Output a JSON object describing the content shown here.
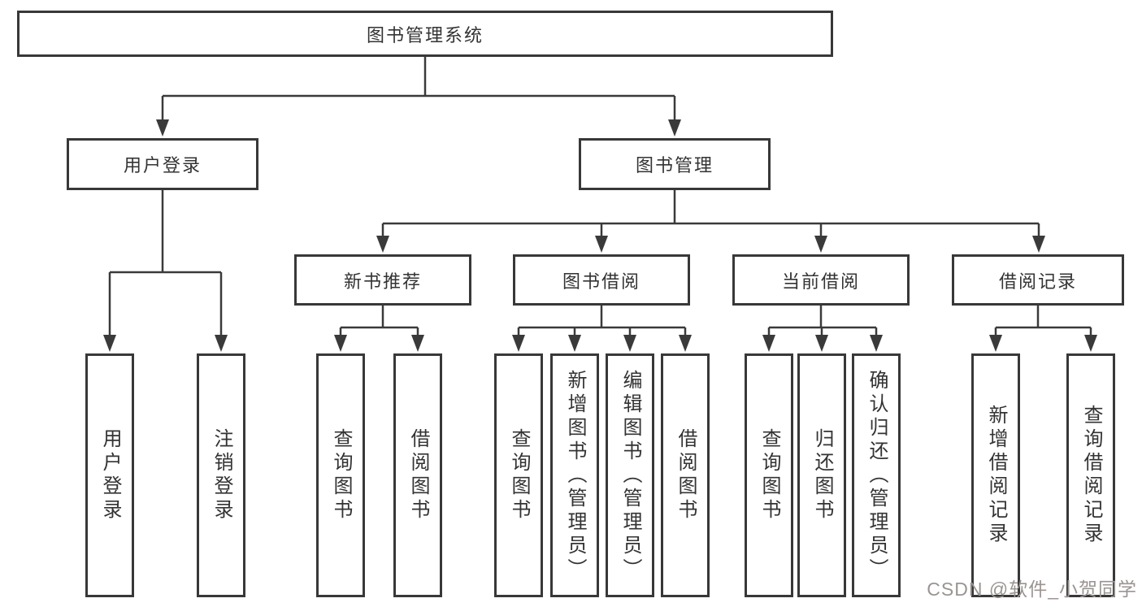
{
  "tree": {
    "root": {
      "label": "图书管理系统",
      "children": [
        {
          "label": "用户登录",
          "children": [
            {
              "label": "用户登录"
            },
            {
              "label": "注销登录"
            }
          ]
        },
        {
          "label": "图书管理",
          "children": [
            {
              "label": "新书推荐",
              "children": [
                {
                  "label": "查询图书"
                },
                {
                  "label": "借阅图书"
                }
              ]
            },
            {
              "label": "图书借阅",
              "children": [
                {
                  "label": "查询图书"
                },
                {
                  "label": "新增图书（管理员）"
                },
                {
                  "label": "编辑图书（管理员）"
                },
                {
                  "label": "借阅图书"
                }
              ]
            },
            {
              "label": "当前借阅",
              "children": [
                {
                  "label": "查询图书"
                },
                {
                  "label": "归还图书"
                },
                {
                  "label": "确认归还（管理员）"
                }
              ]
            },
            {
              "label": "借阅记录",
              "children": [
                {
                  "label": "新增借阅记录"
                },
                {
                  "label": "查询借阅记录"
                }
              ]
            }
          ]
        }
      ]
    }
  },
  "watermark": {
    "text": "CSDN @软件_小贺同学",
    "color": "#9a9492"
  },
  "colors": {
    "line": "#3a3a3a",
    "box_border": "#383838",
    "text": "#333333",
    "background": "#ffffff"
  }
}
